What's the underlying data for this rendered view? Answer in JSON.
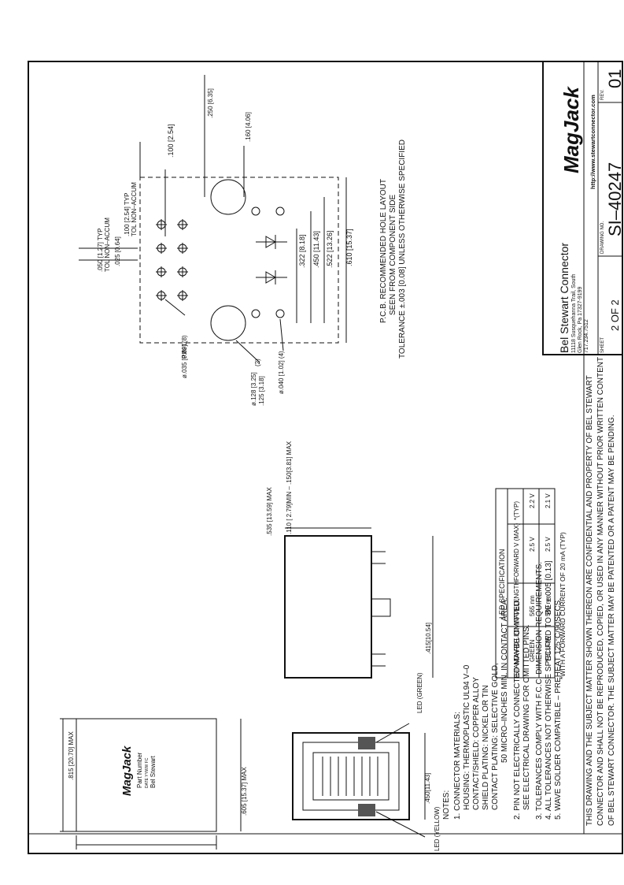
{
  "notes": {
    "heading": "NOTES:",
    "lines": [
      "1.  CONNECTOR MATERIALS:",
      "HOUSING:  THERMOPLASTIC UL94 V–0",
      "CONTACT/SHIELD:  COPPER ALLOY",
      "SHIELD PLATING:  NICKEL OR TIN",
      "CONTACT PLATING:  SELECTIVE GOLD,",
      "50 MICRO–INCHES MIN. IN CONTACT AREA.",
      "2.  PIN NOT ELECTRICALLY CONNECTED MAYBE OMITTED.",
      "SEE ELECTRICAL DRAWING FOR OMITTED PINS.",
      "3.  TOLERANCES COMPLY WITH F.C.C. DIMENSION REQUIREMENTS.",
      "4.  ALL TOLERANCES NOT OTHERWISE SPECIFIED TO BE ±.005 [0.13]",
      "5.  WAVE SOLDER COMPATIBLE – PREHEAT 125°C/90SECS."
    ]
  },
  "side_view": {
    "logo": "MagJack",
    "label_lines": [
      "Part Number",
      "DATE YYWW FC",
      "Bel Stewart"
    ],
    "dim_width": ".605 [15.37] MAX",
    "dim_height": ".815 [20.70] MAX"
  },
  "front_view": {
    "led_green": "LED (GREEN)",
    "led_yellow": "LED (YELLOW)",
    "dim_height": ".450[11.43]"
  },
  "top_view": {
    "dim_depth": ".415[10.54]",
    "dim_width": ".535 [13.59] MAX",
    "dim_standoff": ".110 [ 2.79]MIN – .150[3.81] MAX"
  },
  "led_table": {
    "title": "LED SPECIFICATION",
    "headers": [
      "STANDARD LED",
      "WAVELENGTH",
      "FORWARD V (MAX)",
      "*(TYP)"
    ],
    "rows": [
      [
        "GREEN",
        "565 nm",
        "2.5 V",
        "2.2 V"
      ],
      [
        "YELLOW",
        "590 nm",
        "2.5 V",
        "2.1 V"
      ]
    ],
    "footnote": "*WITH A FORWARD CURRENT OF 20 mA (TYP)"
  },
  "pcb_layout": {
    "dims": {
      "d050": ".050 [1.27] TYP",
      "d050_note": "TOL NON–ACCUM",
      "d025": ".025 [0.64]",
      "d100typ": ".100 [2.54] TYP",
      "d100_note": "TOL NON–ACCUM",
      "d100": ".100 [2.54]",
      "d250": ".250 [6.35]",
      "d160": ".160 [4.06]",
      "d322": ".322  [8.18]",
      "d450": ".450  [11.43]",
      "d522": ".522  [13.26]",
      "d610": ".610  [15.37]",
      "hole035": "ø.035 [0.89] (8)",
      "pin1": "PIN 1",
      "hole128_top": "ø.128 [3.25]",
      "hole128_bot": ".125 [3.18]",
      "hole128_count": "(2)",
      "hole040": "ø.040 [1.02] (4)"
    },
    "caption": [
      "P.C.B. RECOMMENDED HOLE LAYOUT",
      "SEEN FROM COMPONENT SIDE",
      "TOLERANCE ±.003 [0.08] UNLESS OTHERWISE SPECIFIED"
    ]
  },
  "title_block": {
    "company": "Bel Stewart Connector",
    "address_lines": [
      "11118 Susquehanna Trail, South",
      "Glen Rock, Pa 17327-9199",
      "717.234.7512"
    ],
    "logo": "MagJack",
    "url": "http://www.stewartconnector.com",
    "sheet_label": "SHEET",
    "sheet_value": "2 OF 2",
    "drawing_no_label": "DRAWING NO.",
    "drawing_no_value": "SI–40247",
    "rev_label": "REV.",
    "rev_value": "01"
  },
  "confidential": [
    "THIS DRAWING AND THE SUBJECT MATTER SHOWN THEREON ARE CONFIDENTIAL AND PROPERTY OF BEL STEWART",
    "CONNECTOR AND SHALL NOT BE REPRODUCED, COPIED, OR USED IN ANY MANNER WITHOUT PRIOR WRITTEN CONTENT",
    "OF BEL STEWART CONNECTOR. THE SUBJECT MATTER MAY BE PATENTED OR A PATENT MAY BE PENDING."
  ]
}
